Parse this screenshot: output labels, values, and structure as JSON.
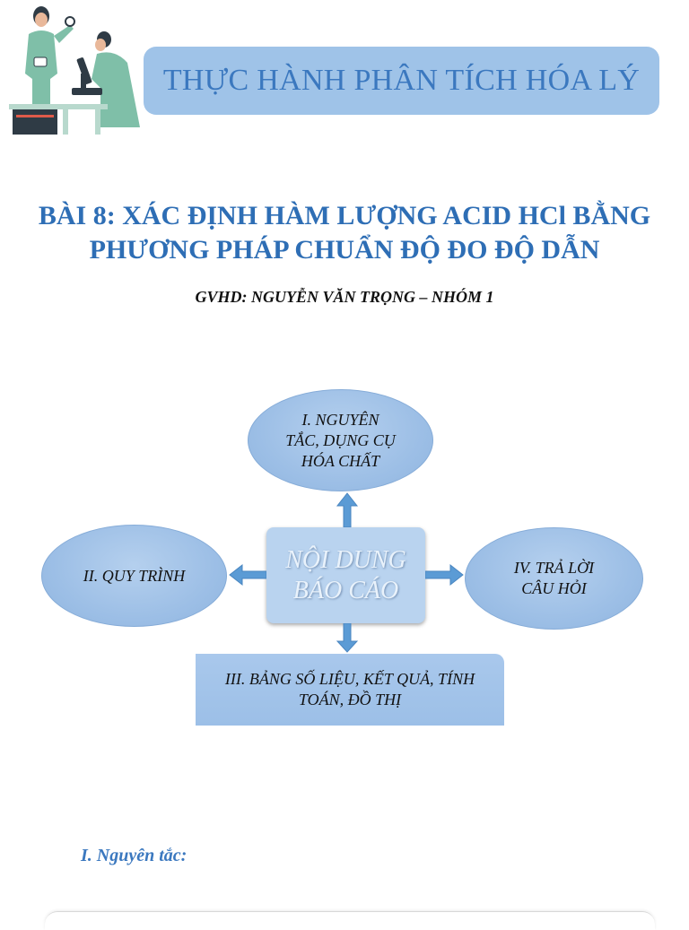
{
  "header": {
    "title": "THỰC HÀNH PHÂN TÍCH HÓA LÝ"
  },
  "lesson": {
    "title_line1": "BÀI 8: XÁC ĐỊNH HÀM LƯỢNG ACID HCl BẰNG",
    "title_line2": "PHƯƠNG PHÁP CHUẨN ĐỘ ĐO ĐỘ DẪN",
    "subtitle": "GVHD: NGUYỄN VĂN TRỌNG – NHÓM 1"
  },
  "diagram": {
    "center_line1": "NỘI DUNG",
    "center_line2": "BÁO CÁO",
    "top": {
      "line1": "I. NGUYÊN",
      "line2": "TẮC, DỤNG CỤ",
      "line3": "HÓA CHẤT"
    },
    "left": {
      "line1": "II. QUY TRÌNH"
    },
    "bottom": {
      "line1": "III. BẢNG SỐ LIỆU, KẾT QUẢ, TÍNH",
      "line2": "TOÁN, ĐỒ THỊ"
    },
    "right": {
      "line1": "IV. TRẢ LỜI",
      "line2": "CÂU HỎI"
    }
  },
  "section": {
    "heading": "I. Nguyên tắc:"
  },
  "colors": {
    "accent": "#3b78bf",
    "banner": "#9fc3e8",
    "node": "#9dbfe6"
  },
  "icons": {
    "illustration": "lab-scientists-illustration",
    "arrow": "block-arrow-icon"
  }
}
